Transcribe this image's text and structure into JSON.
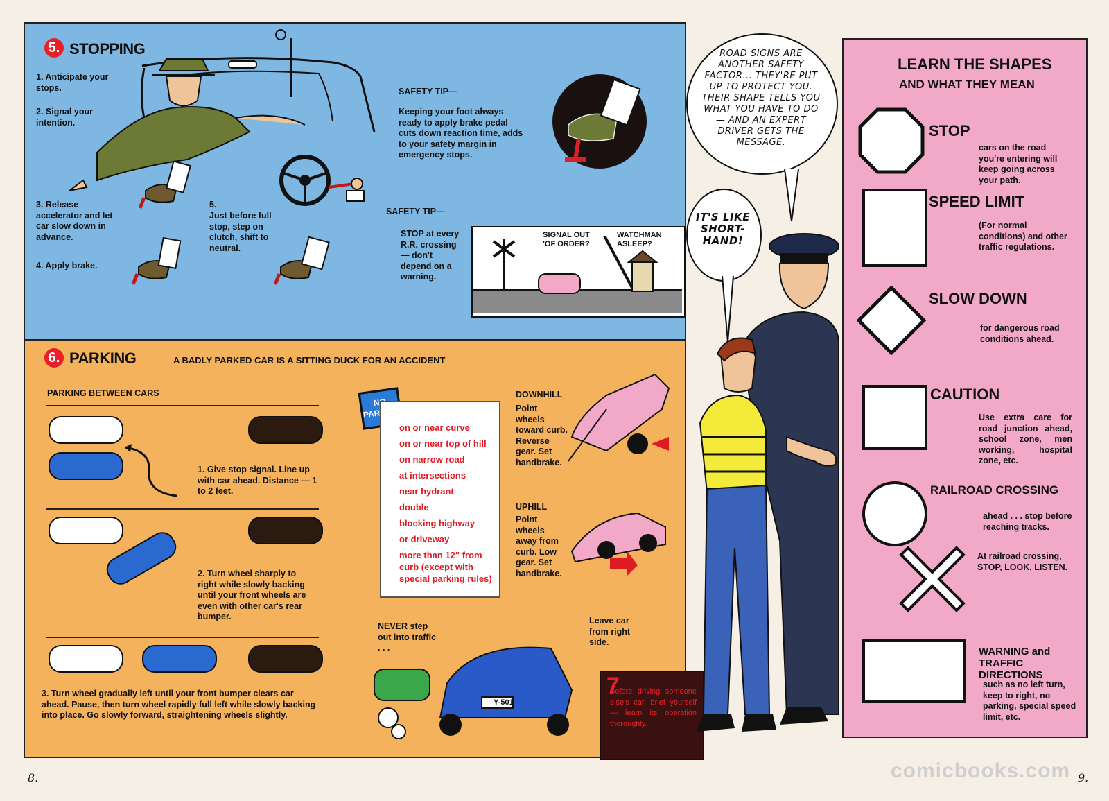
{
  "stopping": {
    "number": "5.",
    "title": "STOPPING",
    "steps": [
      "1.  Anticipate your stops.",
      "2.  Signal your intention.",
      "3.  Release accelerator and let car slow down in advance.",
      "4.  Apply brake."
    ],
    "step5_num": "5.",
    "step5_text": "Just before full stop, step on clutch, shift to neutral.",
    "tip1_head": "SAFETY TIP—",
    "tip1_text": "Keeping your foot always ready to apply brake pedal cuts down reaction time, adds to your safety margin in emergency stops.",
    "tip2_head": "SAFETY TIP—",
    "tip2_text": "STOP at every R.R. crossing — don't depend on a warning.",
    "rr_signal": "SIGNAL OUT 'OF ORDER?",
    "rr_watchman": "WATCHMAN ASLEEP?"
  },
  "parking": {
    "number": "6.",
    "title": "PARKING",
    "subtitle": "A BADLY PARKED CAR IS A SITTING DUCK FOR AN ACCIDENT",
    "between_title": "PARKING BETWEEN CARS",
    "step1": "1.  Give stop signal. Line up with car ahead. Distance — 1 to 2 feet.",
    "step2": "2.  Turn wheel sharply to right while slowly backing until your front wheels are even with other car's rear bumper.",
    "step3": "3.  Turn wheel gradually left until your front bumper clears car ahead. Pause, then turn wheel rapidly full left while slowly backing into place. Go slowly forward, straightening wheels slightly.",
    "no_parking_sign": "NO PARKING",
    "no_parking_list": [
      "on or near curve",
      "on or near top of hill",
      "on narrow road",
      "at intersections",
      "near hydrant",
      "double",
      "blocking highway",
      "or driveway",
      "more than 12\" from curb (except with special parking rules)"
    ],
    "downhill_head": "DOWNHILL",
    "downhill_text": "Point wheels toward curb. Reverse gear. Set handbrake.",
    "uphill_head": "UPHILL",
    "uphill_text": "Point wheels away from curb. Low gear. Set handbrake.",
    "never_step": "NEVER step out into traffic . . .",
    "leave_car": "Leave car from right side.",
    "plate": "Y-501"
  },
  "section7": {
    "number": "7",
    "text": "Before driving someone else's car, brief yourself — learn its operation thoroughly."
  },
  "bubbles": {
    "main": "ROAD SIGNS ARE ANOTHER SAFETY FACTOR... THEY'RE PUT UP TO PROTECT YOU. THEIR SHAPE TELLS YOU WHAT YOU HAVE TO DO— AND AN EXPERT DRIVER GETS THE MESSAGE.",
    "short": "IT'S LIKE SHORT-HAND!"
  },
  "signs": {
    "title1": "LEARN THE SHAPES",
    "title2": "AND WHAT THEY MEAN",
    "items": [
      {
        "name": "STOP",
        "desc": "cars on the road you're entering will keep going across your path."
      },
      {
        "name": "SPEED LIMIT",
        "desc": "(For normal conditions) and other traffic regulations."
      },
      {
        "name": "SLOW DOWN",
        "desc": "for dangerous road conditions ahead."
      },
      {
        "name": "CAUTION",
        "desc": "Use extra care for road junction ahead, school zone, men working, hospital zone, etc."
      },
      {
        "name": "RAILROAD CROSSING",
        "desc": "ahead . . . stop before reaching tracks."
      },
      {
        "name": "",
        "desc": "At railroad crossing, STOP, LOOK, LISTEN."
      },
      {
        "name": "WARNING and TRAFFIC DIRECTIONS",
        "desc": "such as no left turn, keep to right, no parking, special speed limit, etc."
      }
    ]
  },
  "page_left": "8.",
  "page_right": "9.",
  "watermark": "comicbooks.com",
  "colors": {
    "blue_panel": "#7fb7e3",
    "orange_panel": "#f4b25c",
    "pink_panel": "#f2a9c8",
    "red": "#e8202a"
  }
}
